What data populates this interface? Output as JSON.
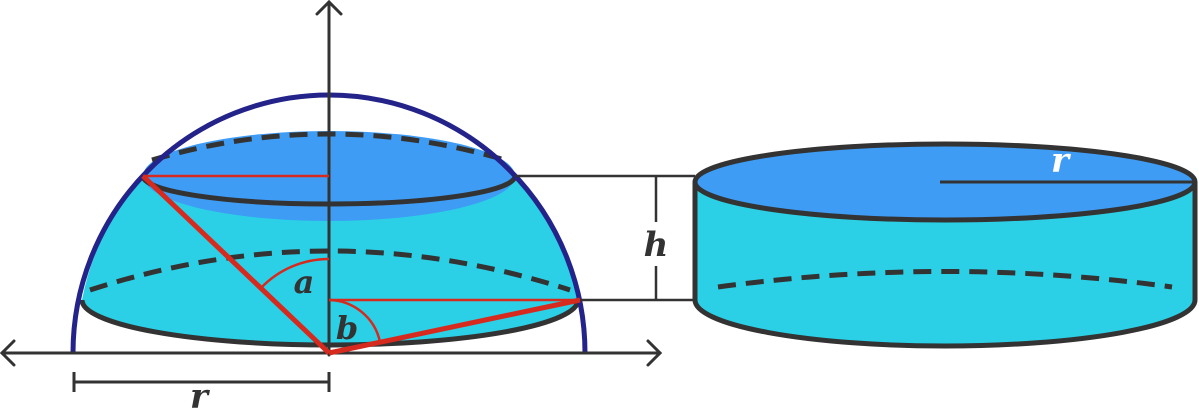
{
  "labels": {
    "angle_a": "a",
    "angle_b": "b",
    "height": "h",
    "radius_bottom": "r",
    "radius_cylinder": "r"
  },
  "colors": {
    "top_face": "#3e9cf5",
    "band_fill": "#2bd0e6",
    "outline": "#333333",
    "hemisphere_outline": "#23238a",
    "red_lines": "#d62a1e",
    "axes": "#333333",
    "label_light": "#ffffff",
    "label_dark": "#333333"
  }
}
